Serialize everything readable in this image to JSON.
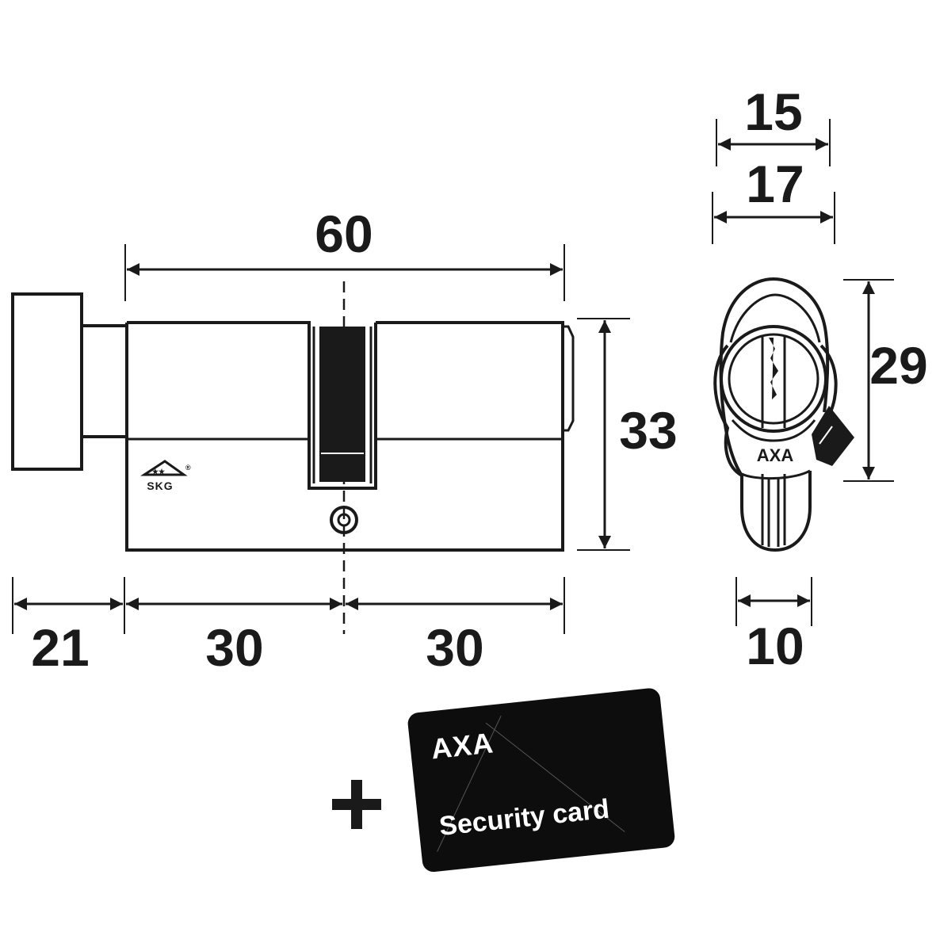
{
  "dimensions": {
    "total_length": "60",
    "height": "33",
    "knob_length": "21",
    "left_half": "30",
    "right_half": "30",
    "profile_top_width": "15",
    "profile_width": "17",
    "profile_height": "29",
    "cam_width": "10"
  },
  "markings": {
    "skg_mark": "SKG",
    "registered": "®",
    "brand_on_profile": "AXA"
  },
  "card": {
    "plus_symbol": "+",
    "brand": "AXA",
    "label": "Security card"
  },
  "colors": {
    "ink": "#1a1a1a",
    "card_bg": "#0d0d0d",
    "card_text": "#ffffff"
  }
}
